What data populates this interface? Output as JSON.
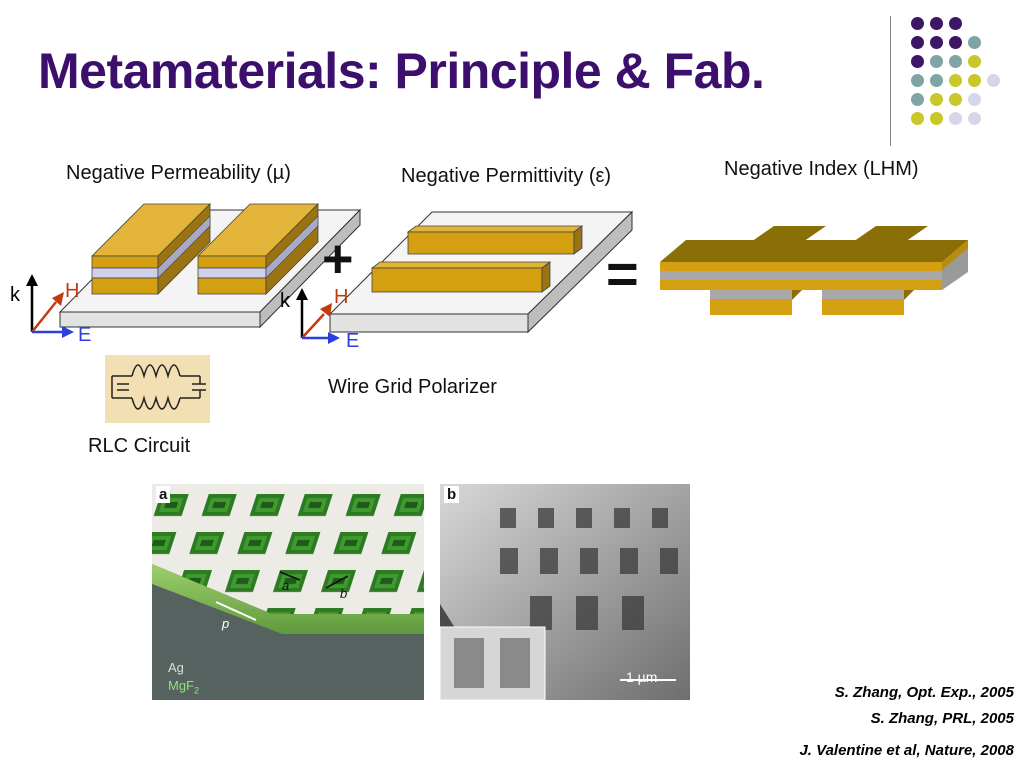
{
  "slide": {
    "title": "Metamaterials: Principle & Fab.",
    "colors": {
      "title": "#3b0f6b",
      "purple": "#3d1766",
      "teal": "#7ea4a6",
      "lime": "#c9c72a",
      "lavender": "#d7d6e8",
      "gold": "#d4a012",
      "h_arrow": "#c23b0c",
      "e_arrow": "#2a3fdc"
    }
  },
  "diagram": {
    "neg_permeability_label": "Negative Permeability (µ)",
    "neg_permittivity_label": "Negative Permittivity (ε)",
    "neg_index_label": "Negative Index (LHM)",
    "plus_symbol": "+",
    "equals_symbol": "=",
    "axes_left": {
      "k": "k",
      "h": "H",
      "e": "E"
    },
    "axes_right": {
      "k": "k",
      "h": "H",
      "e": "E"
    },
    "rlc_label": "RLC Circuit",
    "wire_grid_label": "Wire Grid Polarizer"
  },
  "micrographs": {
    "panel_a": {
      "label": "a",
      "a": "a",
      "b": "b",
      "p": "p",
      "material_ag": "Ag",
      "material_mgf2": "MgF",
      "material_mgf2_sub": "2"
    },
    "panel_b": {
      "label": "b",
      "scale": "1 µm"
    }
  },
  "references": [
    "S. Zhang, Opt. Exp., 2005",
    "S. Zhang, PRL, 2005",
    "J. Valentine et al, Nature, 2008"
  ]
}
